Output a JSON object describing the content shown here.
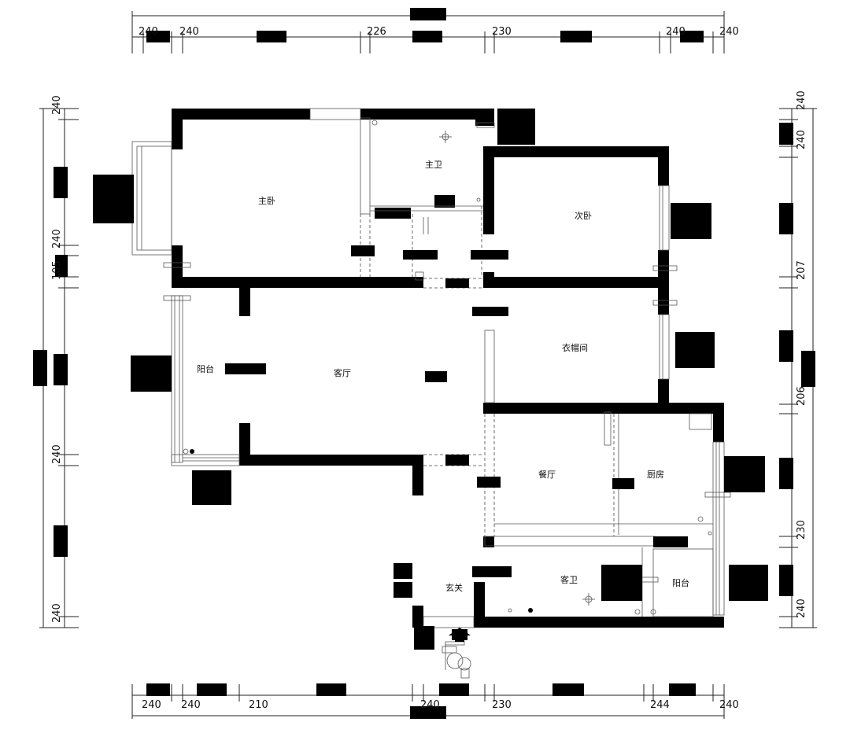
{
  "rooms": {
    "master_bedroom": "主卧",
    "master_bath": "主卫",
    "second_bedroom": "次卧",
    "cloakroom": "衣帽间",
    "balcony_west": "阳台",
    "living_room": "客厅",
    "dining_room": "餐厅",
    "kitchen": "厨房",
    "foyer": "玄关",
    "guest_bath": "客卫",
    "balcony_east": "阳台"
  },
  "dims": {
    "top": [
      "240",
      "240",
      "226",
      "230",
      "240",
      "240"
    ],
    "bottom": [
      "240",
      "240",
      "210",
      "240",
      "230",
      "244",
      "240"
    ],
    "left": [
      "240",
      "240",
      "105",
      "240",
      "240"
    ],
    "right": [
      "240",
      "240",
      "207",
      "206",
      "230",
      "240"
    ]
  },
  "colors": {
    "wall": "#000000",
    "line": "#222222",
    "background": "#ffffff"
  }
}
